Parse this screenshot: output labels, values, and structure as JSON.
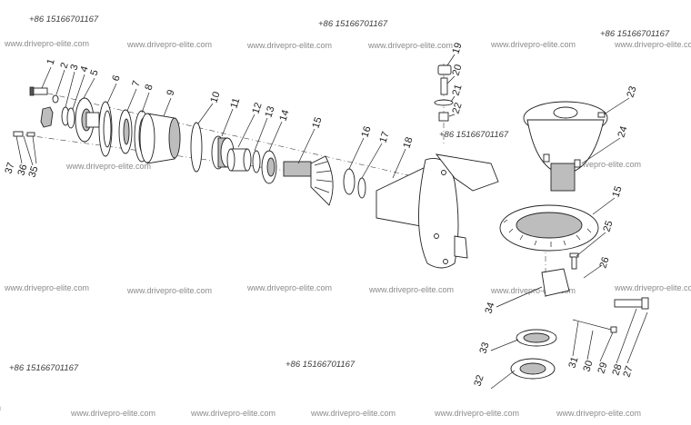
{
  "watermarks": {
    "site": "www.drivepro-elite.com",
    "phone": "+86 15166701167"
  },
  "part_numbers": [
    "1",
    "2",
    "3",
    "4",
    "5",
    "6",
    "7",
    "8",
    "9",
    "10",
    "11",
    "12",
    "13",
    "14",
    "15",
    "16",
    "17",
    "18",
    "19",
    "20",
    "21",
    "22",
    "23",
    "24",
    "15",
    "25",
    "26",
    "27",
    "28",
    "29",
    "30",
    "31",
    "32",
    "33",
    "34",
    "35",
    "36",
    "37"
  ]
}
